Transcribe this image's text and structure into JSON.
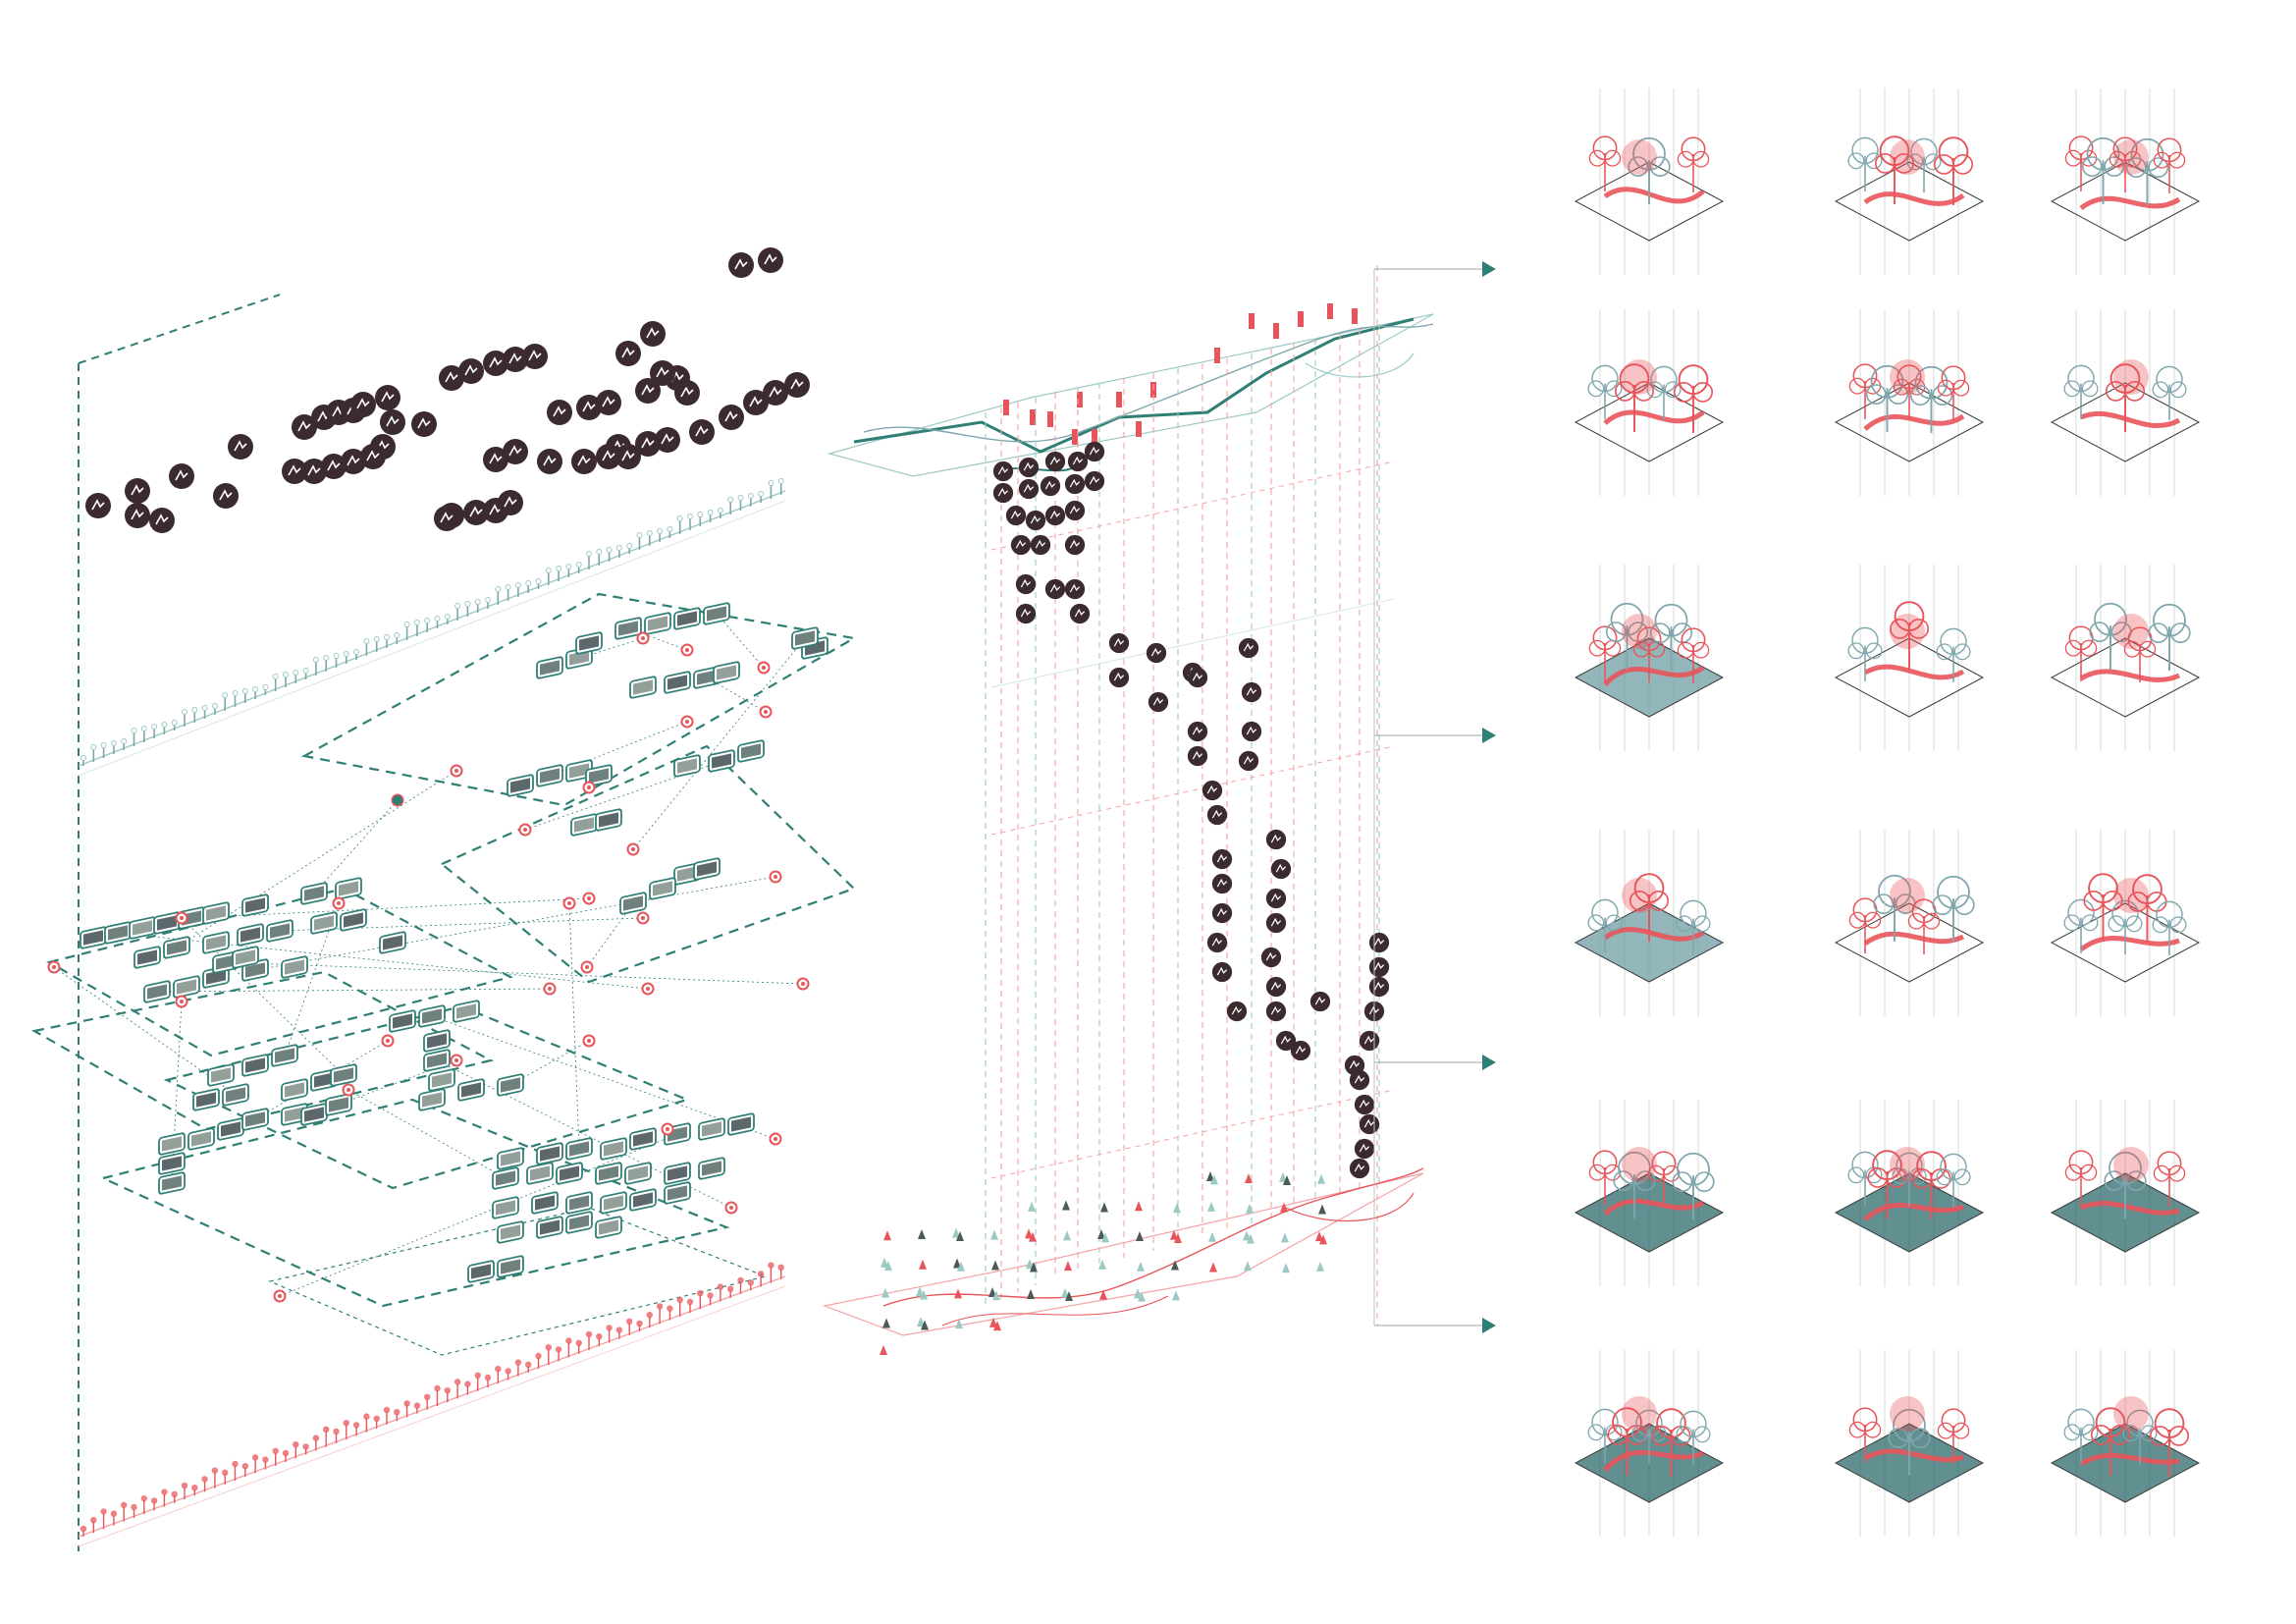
{
  "colors": {
    "teal": "#2f7f76",
    "teal_light": "#9cc9c4",
    "blue_gray": "#7fa6ad",
    "red": "#e9545a",
    "red_light": "#f4a3a6",
    "dark": "#3c2b2e",
    "panel": "#2d6a6b"
  },
  "icons": {
    "activity_icon": "activity-icon",
    "photo_tile": "photo-thumbnail",
    "node_marker": "node-marker",
    "pointer_arrow": "arrow-right-icon",
    "vignette": "landscape-vignette-icon"
  },
  "vignette_grid": {
    "rows": 6,
    "cols": 3
  },
  "connector_arrows": 4
}
